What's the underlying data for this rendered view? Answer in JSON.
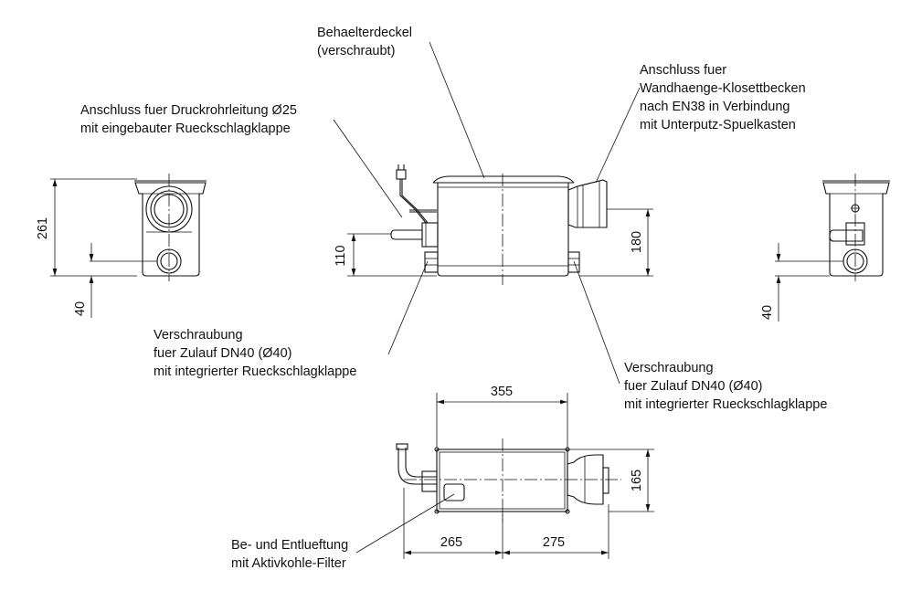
{
  "annotations": {
    "lid": [
      "Behaelterdeckel",
      "(verschraubt)"
    ],
    "pressure_pipe": [
      "Anschluss fuer Druckrohrleitung Ø25",
      "mit eingebauter Rueckschlagklappe"
    ],
    "wc_connection": [
      "Anschluss fuer",
      "Wandhaenge-Klosettbecken",
      "nach EN38 in Verbindung",
      "mit Unterputz-Spuelkasten"
    ],
    "inlet_left": [
      "Verschraubung",
      "fuer Zulauf DN40 (Ø40)",
      "mit integrierter Rueckschlagklappe"
    ],
    "inlet_right": [
      "Verschraubung",
      "fuer Zulauf DN40 (Ø40)",
      "mit integrierter Rueckschlagklappe"
    ],
    "vent": [
      "Be- und Entlueftung",
      "mit Aktivkohle-Filter"
    ]
  },
  "dimensions": {
    "left_height": "261",
    "left_inlet_height": "40",
    "front_outlet_height": "110",
    "front_wc_height": "180",
    "right_inlet_height": "40",
    "top_length": "355",
    "top_width": "165",
    "top_left_span": "265",
    "top_right_span": "275"
  }
}
